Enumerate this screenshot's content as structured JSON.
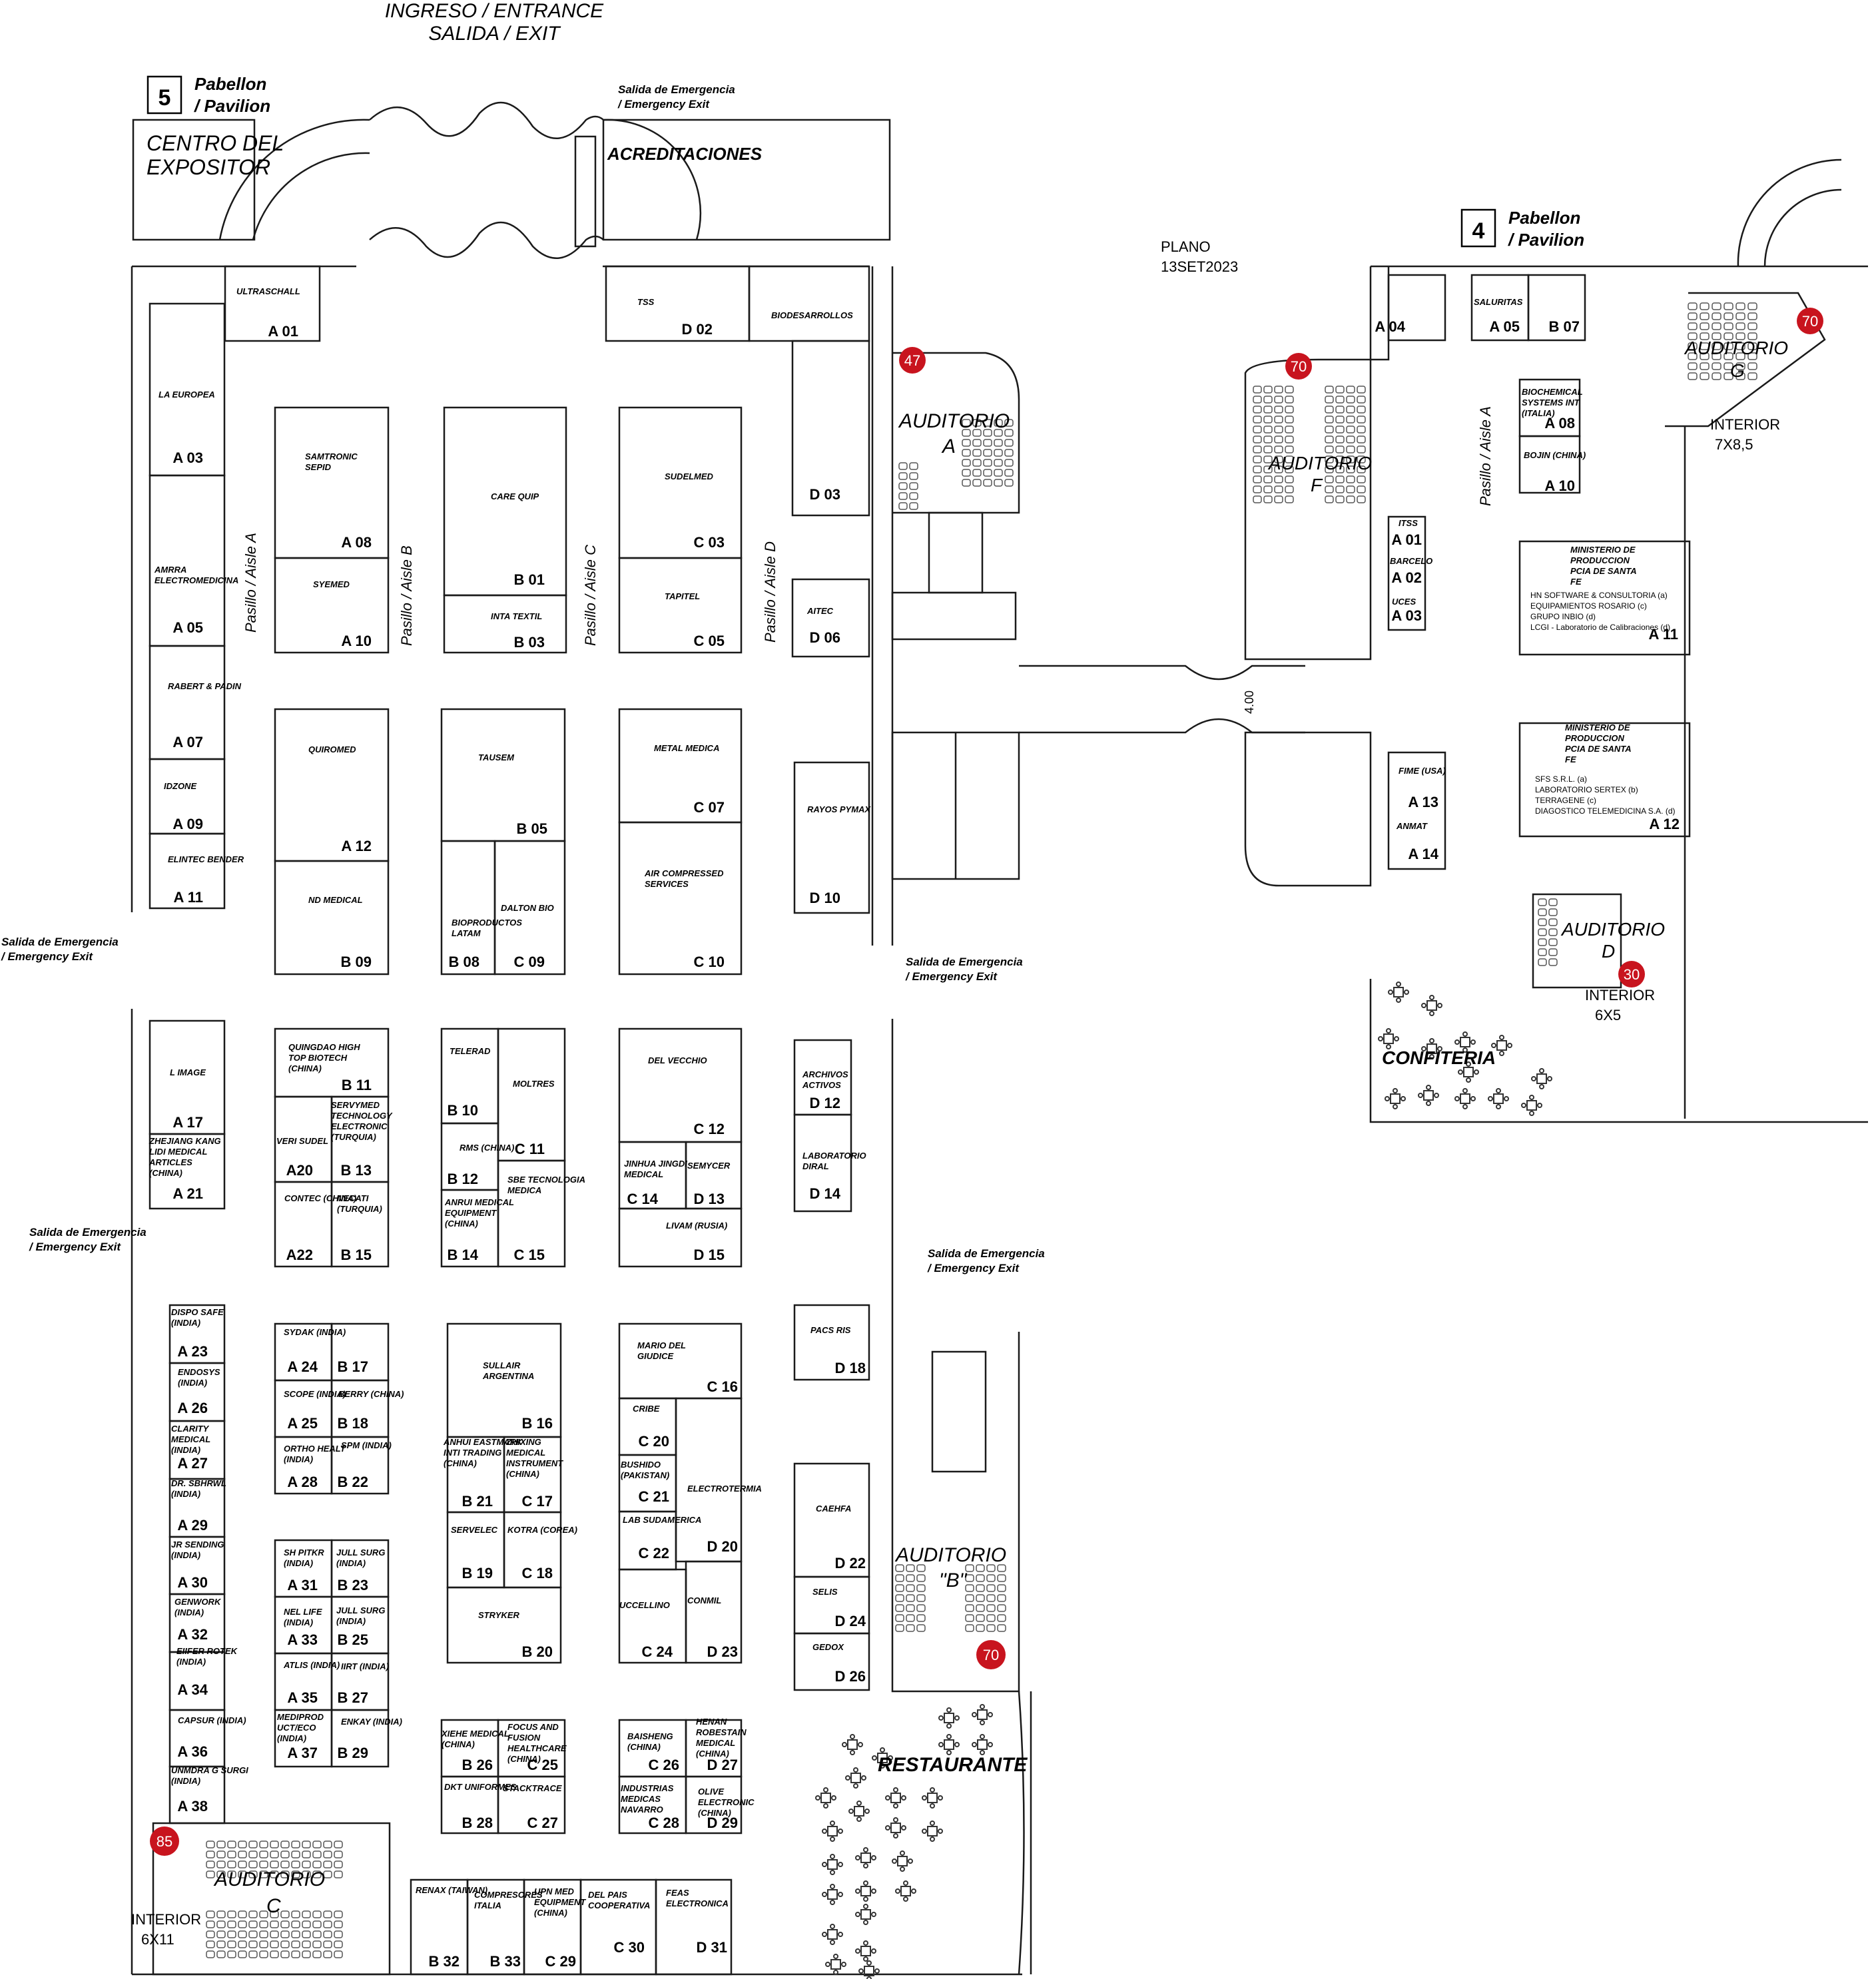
{
  "map": {
    "entrance": {
      "line1": "INGRESO / ENTRANCE",
      "line2": "SALIDA / EXIT"
    },
    "pavilion5": {
      "number": "5",
      "line1": "Pabellon",
      "line2": "/ Pavilion"
    },
    "pavilion4": {
      "number": "4",
      "line1": "Pabellon",
      "line2": "/ Pavilion"
    },
    "plan_note": {
      "line1": "PLANO",
      "line2": "13SET2023"
    },
    "emergency": {
      "line1": "Salida de Emergencia",
      "line2": "/ Emergency Exit"
    },
    "centro": {
      "line1": "CENTRO DEL",
      "line2": "EXPOSITOR"
    },
    "acreditaciones": "ACREDITACIONES",
    "confiteria": "CONFITERIA",
    "restaurante": "RESTAURANTE",
    "aisles": [
      "Pasillo / Aisle A",
      "Pasillo / Aisle B",
      "Pasillo / Aisle C",
      "Pasillo / Aisle D",
      "Pasillo / Aisle A"
    ],
    "corridor_width": "4.00",
    "auditoriums": [
      {
        "line1": "AUDITORIO",
        "line2": "A",
        "capacity": "47"
      },
      {
        "line1": "AUDITORIO",
        "line2": "\"B\"",
        "capacity": "70"
      },
      {
        "line1": "AUDITORIO",
        "line2": "C",
        "capacity": "85",
        "interior": "INTERIOR",
        "size": "6X11"
      },
      {
        "line1": "AUDITORIO",
        "line2": "D",
        "capacity": "30",
        "interior": "INTERIOR",
        "size": "6X5"
      },
      {
        "line1": "AUDITORIO",
        "line2": "F",
        "capacity": "70"
      },
      {
        "line1": "AUDITORIO",
        "line2": "G",
        "capacity": "70",
        "interior": "INTERIOR",
        "size": "7X8,5"
      }
    ],
    "booths": [
      {
        "code": "A 01",
        "name": "ULTRASCHALL"
      },
      {
        "code": "D 02",
        "name": "TSS"
      },
      {
        "code": "",
        "name": "BIODESARROLLOS"
      },
      {
        "code": "A 03",
        "name": "LA EUROPEA"
      },
      {
        "code": "A 05",
        "name": "AMRRA ELECTROMEDICINA"
      },
      {
        "code": "A 07",
        "name": "RABERT & PADIN"
      },
      {
        "code": "A 09",
        "name": "IDZONE"
      },
      {
        "code": "A 11",
        "name": "ELINTEC BENDER"
      },
      {
        "code": "A 08",
        "name": "SAMTRONIC SEPID"
      },
      {
        "code": "A 10",
        "name": "SYEMED"
      },
      {
        "code": "B 01",
        "name": "CARE QUIP"
      },
      {
        "code": "B 03",
        "name": "INTA TEXTIL"
      },
      {
        "code": "C 03",
        "name": "SUDELMED"
      },
      {
        "code": "C 05",
        "name": "TAPITEL"
      },
      {
        "code": "D 03",
        "name": ""
      },
      {
        "code": "D 06",
        "name": "AITEC"
      },
      {
        "code": "A 12",
        "name": "QUIROMED"
      },
      {
        "code": "B 09",
        "name": "ND MEDICAL"
      },
      {
        "code": "B 05",
        "name": "TAUSEM"
      },
      {
        "code": "B 08",
        "name": "BIOPRODUCTOS LATAM"
      },
      {
        "code": "C 09",
        "name": "DALTON BIO"
      },
      {
        "code": "C 07",
        "name": "METAL MEDICA"
      },
      {
        "code": "C 10",
        "name": "AIR COMPRESSED SERVICES"
      },
      {
        "code": "D 10",
        "name": "RAYOS PYMAX"
      },
      {
        "code": "A 17",
        "name": "L IMAGE"
      },
      {
        "code": "A 21",
        "name": "ZHEJIANG KANG LIDI MEDICAL ARTICLES (CHINA)"
      },
      {
        "code": "B 11",
        "name": "QUINGDAO HIGH TOP BIOTECH (CHINA)"
      },
      {
        "code": "A20",
        "name": "VERI SUDEL"
      },
      {
        "code": "B 13",
        "name": "SERVYMED TECHNOLOGY ELECTRONIC (TURQUIA)"
      },
      {
        "code": "A22",
        "name": "CONTEC (CHINA)"
      },
      {
        "code": "B 15",
        "name": "NECATI (TURQUIA)"
      },
      {
        "code": "B 10",
        "name": "TELERAD"
      },
      {
        "code": "C 11",
        "name": "MOLTRES"
      },
      {
        "code": "B 12",
        "name": "RMS (CHINA)"
      },
      {
        "code": "B 14",
        "name": "ANRUI MEDICAL EQUIPMENT (CHINA)"
      },
      {
        "code": "C 15",
        "name": "SBE TECNOLOGIA MEDICA"
      },
      {
        "code": "C 12",
        "name": "DEL VECCHIO"
      },
      {
        "code": "C 14",
        "name": "JINHUA JINGDI MEDICAL"
      },
      {
        "code": "D 13",
        "name": "SEMYCER"
      },
      {
        "code": "D 15",
        "name": "LIVAM (RUSIA)"
      },
      {
        "code": "D 12",
        "name": "ARCHIVOS ACTIVOS"
      },
      {
        "code": "D 14",
        "name": "LABORATORIO DIRAL"
      },
      {
        "code": "A 23",
        "name": "DISPO SAFE (INDIA)"
      },
      {
        "code": "A 26",
        "name": "ENDOSYS (INDIA)"
      },
      {
        "code": "A 27",
        "name": "CLARITY MEDICAL (INDIA)"
      },
      {
        "code": "A 29",
        "name": "DR. SBHRWL (INDIA)"
      },
      {
        "code": "A 30",
        "name": "JR SENDING (INDIA)"
      },
      {
        "code": "A 32",
        "name": "GENWORK (INDIA)"
      },
      {
        "code": "A 34",
        "name": "EIIFER ROTEK (INDIA)"
      },
      {
        "code": "A 36",
        "name": "CAPSUR (INDIA)"
      },
      {
        "code": "A 38",
        "name": "UNMDRA G SURGI (INDIA)"
      },
      {
        "code": "A 24",
        "name": "SYDAK (INDIA)"
      },
      {
        "code": "B 17",
        "name": ""
      },
      {
        "code": "A 25",
        "name": "SCOPE (INDIA)"
      },
      {
        "code": "B 18",
        "name": "BERRY (CHINA)"
      },
      {
        "code": "A 28",
        "name": "ORTHO HEALT (INDIA)"
      },
      {
        "code": "B 22",
        "name": "SPM (INDIA)"
      },
      {
        "code": "A 31",
        "name": "SH PITKR (INDIA)"
      },
      {
        "code": "B 23",
        "name": "JULL SURG (INDIA)"
      },
      {
        "code": "A 33",
        "name": "NEL LIFE (INDIA)"
      },
      {
        "code": "B 25",
        "name": "JULL SURG (INDIA)"
      },
      {
        "code": "A 35",
        "name": "ATLIS (INDIA)"
      },
      {
        "code": "B 27",
        "name": "IIRT (INDIA)"
      },
      {
        "code": "A 37",
        "name": "MEDIPROD UCT/ECO (INDIA)"
      },
      {
        "code": "B 29",
        "name": "ENKAY (INDIA)"
      },
      {
        "code": "B 16",
        "name": "SULLAIR ARGENTINA"
      },
      {
        "code": "B 21",
        "name": "ANHUI EASTMARK INTI TRADING (CHINA)"
      },
      {
        "code": "C 17",
        "name": "ZHIXING MEDICAL INSTRUMENT (CHINA)"
      },
      {
        "code": "B 19",
        "name": "SERVELEC"
      },
      {
        "code": "C 18",
        "name": "KOTRA (COREA)"
      },
      {
        "code": "B 20",
        "name": "STRYKER"
      },
      {
        "code": "C 16",
        "name": "MARIO DEL GIUDICE"
      },
      {
        "code": "C 20",
        "name": "CRIBE"
      },
      {
        "code": "C 21",
        "name": "BUSHIDO (PAKISTAN)"
      },
      {
        "code": "C 22",
        "name": "LAB SUDAMERICA"
      },
      {
        "code": "D 20",
        "name": "ELECTROTERMIA"
      },
      {
        "code": "C 24",
        "name": "UCCELLINO"
      },
      {
        "code": "D 23",
        "name": "CONMIL"
      },
      {
        "code": "D 18",
        "name": "PACS RIS"
      },
      {
        "code": "D 22",
        "name": "CAEHFA"
      },
      {
        "code": "D 24",
        "name": "SELIS"
      },
      {
        "code": "D 26",
        "name": "GEDOX"
      },
      {
        "code": "B 26",
        "name": "XIEHE MEDICAL (CHINA)"
      },
      {
        "code": "C 25",
        "name": "FOCUS AND FUSION HEALTHCARE (CHINA)"
      },
      {
        "code": "B 28",
        "name": "DKT UNIFORMES"
      },
      {
        "code": "C 27",
        "name": "STACKTRACE"
      },
      {
        "code": "C 26",
        "name": "BAISHENG (CHINA)"
      },
      {
        "code": "D 27",
        "name": "HENAN ROBESTAIN MEDICAL (CHINA)"
      },
      {
        "code": "C 28",
        "name": "INDUSTRIAS MEDICAS NAVARRO"
      },
      {
        "code": "D 29",
        "name": "OLIVE ELECTRONIC (CHINA)"
      },
      {
        "code": "B 32",
        "name": "RENAX (TAIWAN)"
      },
      {
        "code": "B 33",
        "name": "COMPRESORES ITALIA"
      },
      {
        "code": "C 29",
        "name": "UPN MED EQUIPMENT (CHINA)"
      },
      {
        "code": "C 30",
        "name": "DEL PAIS COOPERATIVA"
      },
      {
        "code": "D 31",
        "name": "FEAS ELECTRONICA"
      },
      {
        "code": "A 04",
        "name": ""
      },
      {
        "code": "A 05",
        "name": "SALURITAS"
      },
      {
        "code": "B 07",
        "name": ""
      },
      {
        "code": "A 08",
        "name": "BIOCHEMICAL SYSTEMS INT (ITALIA)"
      },
      {
        "code": "A 10",
        "name": "BOJIN (CHINA)"
      },
      {
        "code": "A 01",
        "name": "ITSS"
      },
      {
        "code": "A 02",
        "name": "BARCELO"
      },
      {
        "code": "A 03",
        "name": "UCES"
      },
      {
        "code": "A 13",
        "name": "FIME (USA)"
      },
      {
        "code": "A 14",
        "name": "ANMAT"
      },
      {
        "code": "A 11",
        "name": "MINISTERIO DE PRODUCCION PCIA DE SANTA FE"
      },
      {
        "code": "A 12",
        "name": "MINISTERIO DE PRODUCCION PCIA DE SANTA FE"
      }
    ],
    "ministry_a11_notes": [
      "HN SOFTWARE & CONSULTORIA (a)",
      "EQUIPAMIENTOS ROSARIO (c)",
      "GRUPO INBIO (d)",
      "LCGI - Laboratorio de Calibraciones (d)"
    ],
    "ministry_a12_notes": [
      "SFS S.R.L. (a)",
      "LABORATORIO SERTEX (b)",
      "TERRAGENE (c)",
      "DIAGOSTICO TELEMEDICINA S.A. (d)"
    ],
    "colors": {
      "line": "#1a1a1a",
      "badge": "#c8141e",
      "dim_red": "#c8141e"
    }
  }
}
